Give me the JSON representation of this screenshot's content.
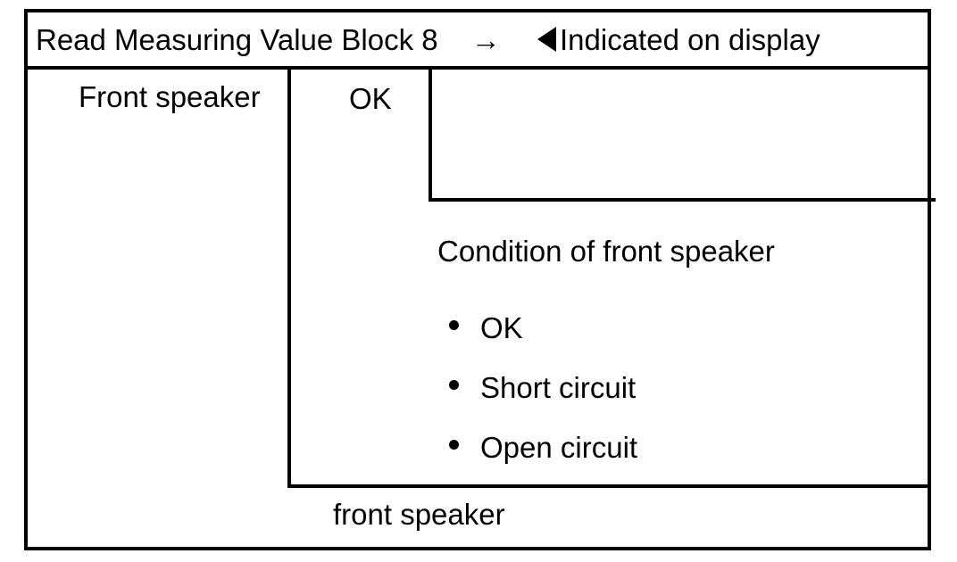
{
  "header": {
    "title": "Read Measuring Value Block 8",
    "arrow_glyph": "→",
    "indicated_label": "Indicated on display"
  },
  "measuring_block": {
    "function_label": "Front speaker",
    "display_value": "OK"
  },
  "condition_section": {
    "title": "Condition of front speaker",
    "items": [
      "OK",
      "Short circuit",
      "Open circuit"
    ]
  },
  "footer": {
    "label": "front speaker"
  },
  "colors": {
    "ink": "#000000",
    "paper": "#ffffff"
  }
}
